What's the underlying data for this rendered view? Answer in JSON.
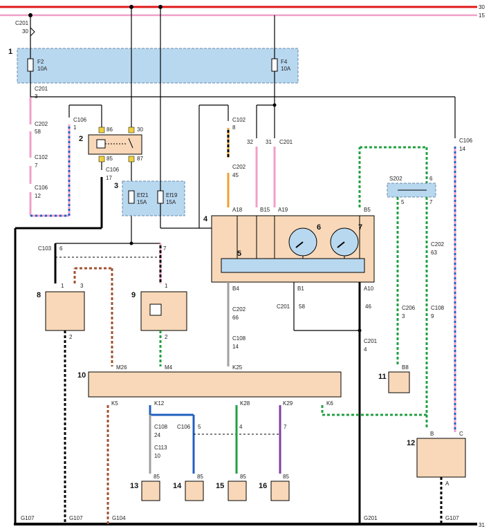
{
  "rails": {
    "top1": "30",
    "top2": "15",
    "bottom": "31"
  },
  "components": {
    "n1": "1",
    "n2": "2",
    "n3": "3",
    "n4": "4",
    "n5": "5",
    "n6": "6",
    "n7": "7",
    "n8": "8",
    "n9": "9",
    "n10": "10",
    "n11": "11",
    "n12": "12",
    "n13": "13",
    "n14": "14",
    "n15": "15",
    "n16": "16"
  },
  "fuses": {
    "f2_name": "F2",
    "f2_rating": "10A",
    "f4_name": "F4",
    "f4_rating": "10A",
    "ef21_name": "Ef21",
    "ef21_rating": "15A",
    "ef19_name": "Ef19",
    "ef19_rating": "15A"
  },
  "connectors": {
    "c201": "C201",
    "c202": "C202",
    "c102": "C102",
    "c106": "C106",
    "c103": "C103",
    "c108": "C108",
    "c113": "C113",
    "c206": "C206",
    "s202": "S202",
    "p30": "30",
    "p3": "3",
    "p58": "58",
    "p7": "7",
    "p12": "12",
    "p1": "1",
    "p8": "8",
    "p45": "45",
    "p32": "32",
    "p31": "31",
    "p17": "17",
    "p6": "6",
    "p5": "5",
    "p63": "63",
    "p14": "14",
    "p66": "66",
    "p46": "46",
    "p4": "4",
    "p9": "9",
    "p24": "24",
    "p10": "10",
    "p2": "2"
  },
  "pins": {
    "p86": "86",
    "p85": "85",
    "p30": "30",
    "p87": "87",
    "a18": "A18",
    "b15": "B15",
    "a19": "A19",
    "b5": "B5",
    "b4": "B4",
    "b1": "B1",
    "a10": "A10",
    "m26": "M26",
    "m4": "M4",
    "k25": "K25",
    "k5": "K5",
    "k12": "K12",
    "k28": "K28",
    "k29": "K29",
    "k6": "K6",
    "b8": "B8",
    "b": "B",
    "c": "C",
    "a": "A"
  },
  "grounds": {
    "g107": "G107",
    "g104": "G104",
    "g201": "G201"
  },
  "colors": {
    "red": "#e01818",
    "pink": "#f0a0c8",
    "blue": "#2060c0",
    "orange": "#f0a030",
    "green": "#20a040",
    "brown": "#a05030",
    "gray": "#a0a0a0",
    "purple": "#8040a0",
    "black": "#000000",
    "box": "#f8d8b8",
    "module": "#b8d8f0"
  }
}
